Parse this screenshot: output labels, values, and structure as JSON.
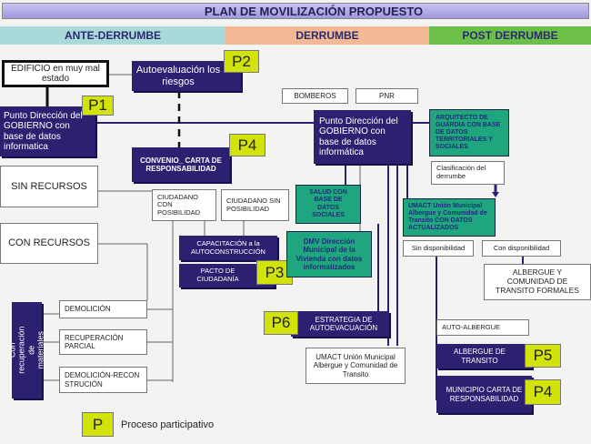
{
  "title": "PLAN DE MOVILIZACIÓN PROPUESTO",
  "phases": [
    "ANTE-DERRUMBE",
    "DERRUMBE",
    "POST DERRUMBE"
  ],
  "colors": {
    "navy": "#2b2170",
    "green": "#1fa67e",
    "lime": "#d2e30a",
    "ante": "#a9d9d9",
    "derrumbe": "#f3b994",
    "post": "#6cc04a"
  },
  "nodes": {
    "edificio": "EDIFICIO en muy mal estado",
    "autoevaluacion": "Autoevaluación los riesgos",
    "punto_left": "Punto Dirección del GOBIERNO con base de datos informatica",
    "convenio": "CONVENIO_ CARTA DE RESPONSABILIDAD",
    "sin_recursos": "SIN RECURSOS",
    "con_recursos": "CON RECURSOS",
    "ciudadano_con": "CIUDADANO CON POSIBILIDAD",
    "ciudadano_sin": "CIUDADANO SIN POSIBILIDAD",
    "capacitacion": "CAPACITACIÓN a la AUTOCONSTRUCCIÓN",
    "pacto": "PACTO DE CIUDADANÍA",
    "con_recuperacion": "Con recuperación de materiales",
    "demolicion": "DEMOLICIÓN",
    "recuperacion": "RECUPERACIÓN PARCIAL",
    "demol_recons": "DEMOLICIÓN-RECONSTRUCIÓN",
    "bomberos": "BOMBEROS",
    "pnr": "PNR",
    "punto_center": "Punto Dirección del GOBIERNO con base de datos informática",
    "arquitecto": "ARQUITECTO DE GUARDIA CON BASE DE DATOS TERRITORIALES Y SOCIALES",
    "clasificacion": "Clasificación del derrumbe",
    "salud": "SALUD CON BASE DE DATOS SOCIALES",
    "umact_green": "UMACT Unión Municipal Albergue y Comunidad de Transito CON DATOS ACTUALIZADOS",
    "dmv": "DMV Dirección Municipal de la Vivienda con datos informatizados",
    "sin_disp": "Sin disponibilidad",
    "con_disp": "Con disponibilidad",
    "albergue_formales": "ALBERGUE Y COMUNIDAD DE TRANSITO FORMALES",
    "estrategia": "ESTRATEGIA DE AUTOEVACUACIÓN",
    "umact_white": "UMACT Unión Municipal Albergue y Comunidad de Transito",
    "auto_albergue": "AUTO-ALBERGUE",
    "albergue_transito": "ALBERGUE DE TRANSITO",
    "municipio": "MUNICIPIO CARTA DE RESPONSABILIDAD"
  },
  "badges": {
    "p1": "P1",
    "p2": "P2",
    "p3": "P3",
    "p4a": "P4",
    "p4b": "P4",
    "p5": "P5",
    "p6": "P6"
  },
  "legend": {
    "symbol": "P",
    "label": "Proceso participativo"
  }
}
